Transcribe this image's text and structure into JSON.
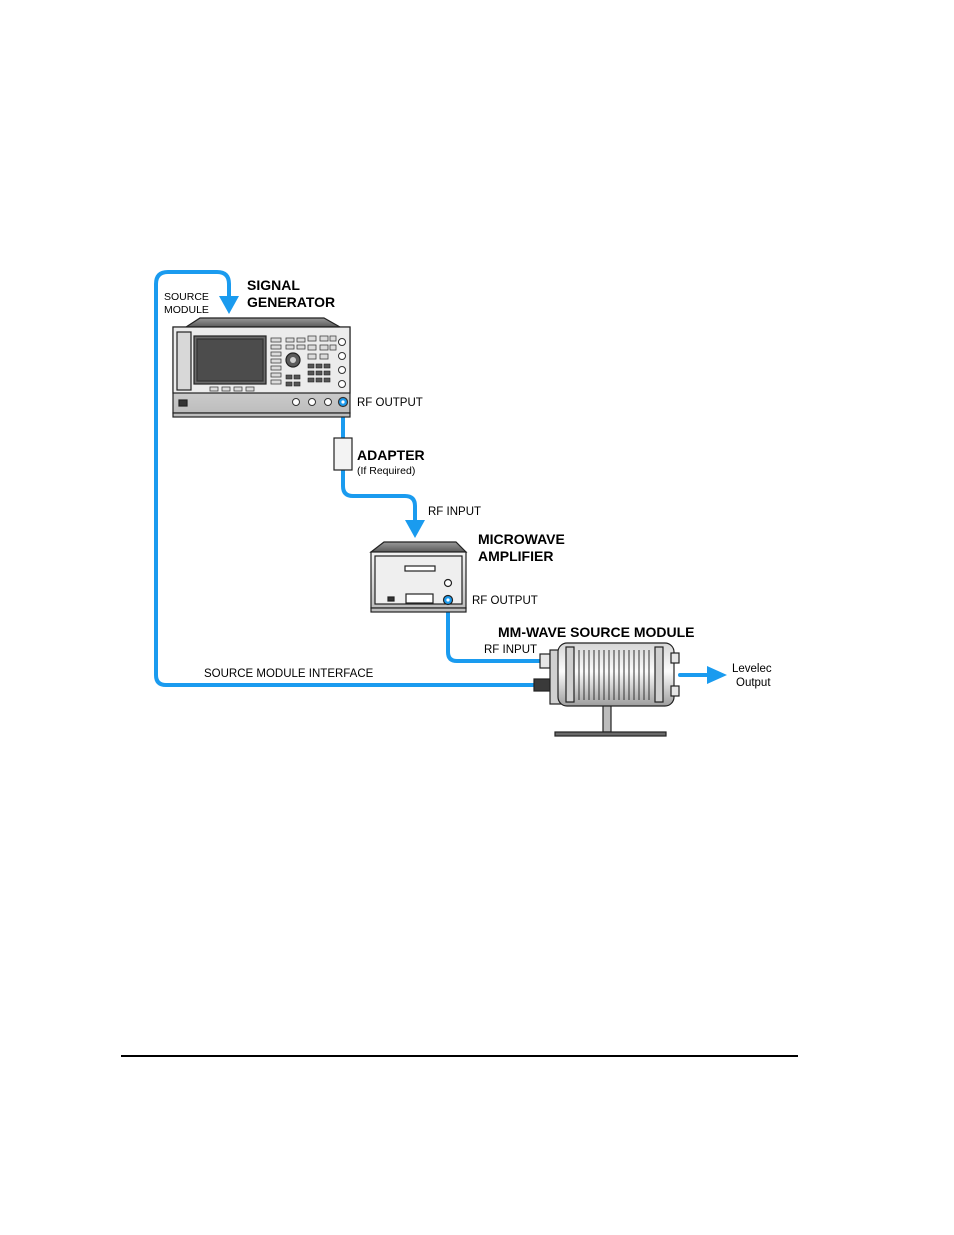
{
  "colors": {
    "cable": "#1a9bef",
    "outline": "#222222",
    "panel": "#e9e9e9",
    "dark": "#4a4a4a"
  },
  "labels": {
    "source_module_port": [
      "SOURCE",
      "MODULE"
    ],
    "signal_generator": [
      "SIGNAL",
      "GENERATOR"
    ],
    "sg_rf_output": "RF OUTPUT",
    "adapter": "ADAPTER",
    "adapter_note": "(If Required)",
    "amp_rf_input": "RF INPUT",
    "microwave_amplifier": [
      "MICROWAVE",
      "AMPLIFIER"
    ],
    "amp_rf_output": "RF OUTPUT",
    "mm_wave_source_module": "MM-WAVE SOURCE MODULE",
    "module_rf_input": "RF INPUT",
    "source_module_interface": "SOURCE MODULE INTERFACE",
    "leveled_output": [
      "Levelec",
      "Output"
    ]
  }
}
